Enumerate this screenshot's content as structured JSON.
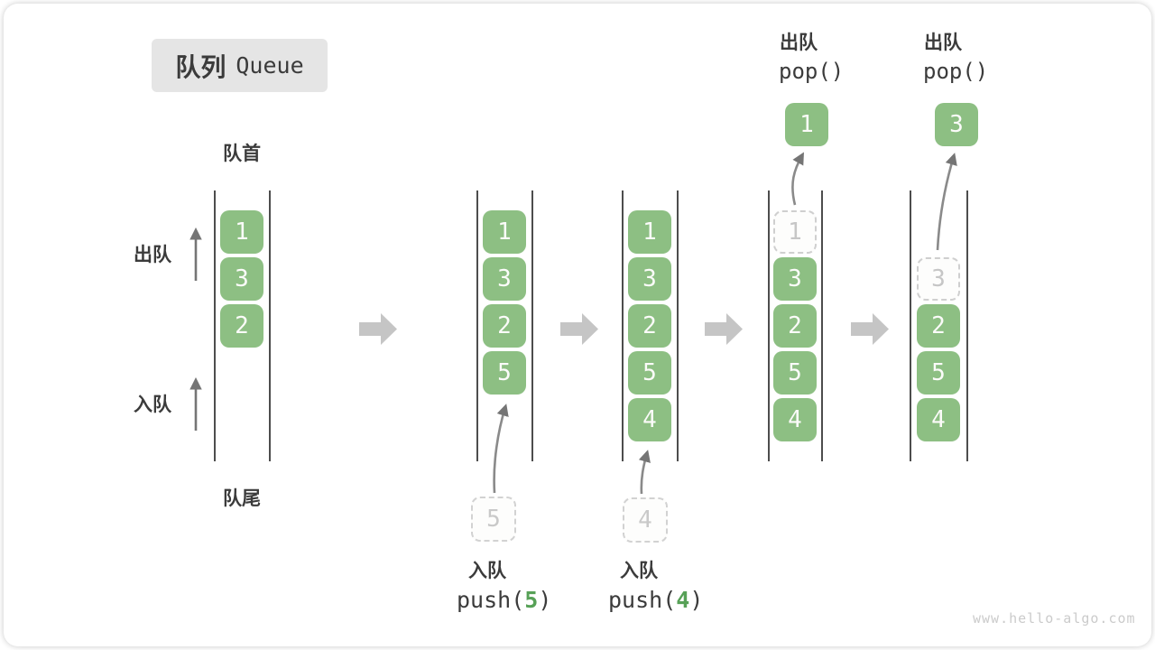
{
  "title": {
    "zh": "队列",
    "en": "Queue"
  },
  "labels": {
    "front": "队首",
    "rear": "队尾",
    "dequeue_side": "出队",
    "enqueue_side": "入队"
  },
  "ops": {
    "push5": {
      "label": "入队",
      "code_open": "push(",
      "arg": "5",
      "code_close": ")"
    },
    "push4": {
      "label": "入队",
      "code_open": "push(",
      "arg": "4",
      "code_close": ")"
    },
    "pop_first": {
      "label": "出队",
      "code": "pop()"
    },
    "pop_second": {
      "label": "出队",
      "code": "pop()"
    }
  },
  "columns": [
    {
      "boxes": [
        {
          "v": "1"
        },
        {
          "v": "3"
        },
        {
          "v": "2"
        }
      ]
    },
    {
      "boxes": [
        {
          "v": "1"
        },
        {
          "v": "3"
        },
        {
          "v": "2"
        },
        {
          "v": "5"
        }
      ]
    },
    {
      "boxes": [
        {
          "v": "1"
        },
        {
          "v": "3"
        },
        {
          "v": "2"
        },
        {
          "v": "5"
        },
        {
          "v": "4"
        }
      ]
    },
    {
      "boxes": [
        {
          "v": "1",
          "state": "dashed"
        },
        {
          "v": "3"
        },
        {
          "v": "2"
        },
        {
          "v": "5"
        },
        {
          "v": "4"
        }
      ]
    },
    {
      "boxes": [
        {
          "v": "3",
          "state": "dashed"
        },
        {
          "v": "2"
        },
        {
          "v": "5"
        },
        {
          "v": "4"
        }
      ]
    }
  ],
  "popped": {
    "first": "1",
    "second": "3"
  },
  "staged": {
    "push5": "5",
    "push4": "4"
  },
  "watermark": "www.hello-algo.com",
  "colors": {
    "box_green": "#8dbf83",
    "code_arg_green": "#57a157",
    "flow_arrow_gray": "#c5c5c5",
    "thin_arrow_gray": "#757575",
    "title_badge_bg": "#e5e5e5",
    "dashed_border": "#cfcfcf",
    "text_dark": "#3b3b3b",
    "watermark_gray": "#cbcbcb"
  }
}
